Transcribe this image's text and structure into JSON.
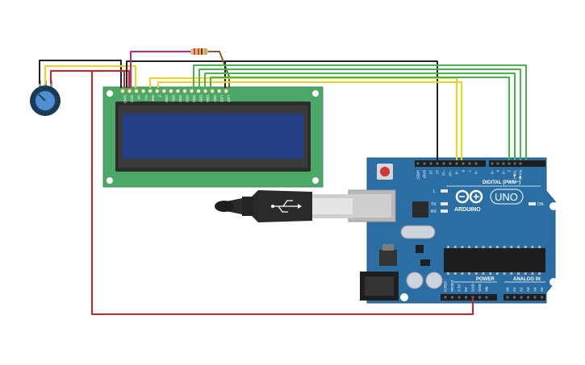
{
  "colors": {
    "background": "#ffffff",
    "wire_black": "#222222",
    "wire_red": "#d81f26",
    "wire_yellow": "#f2d21b",
    "wire_green": "#46b64a",
    "wire_magenta": "#c2267f",
    "wire_brown": "#8a5a2b",
    "lcd_pcb": "#4ca866",
    "lcd_screen": "#243e86",
    "arduino_board": "#2b6ea3"
  },
  "lcd": {
    "pin_labels": [
      "GND",
      "VCC",
      "V0",
      "RS",
      "RW",
      "E",
      "DB0",
      "DB1",
      "DB2",
      "DB3",
      "DB4",
      "DB5",
      "DB6",
      "DB7",
      "LED",
      "LED"
    ]
  },
  "arduino": {
    "digital_pin_labels": [
      "AREF",
      "GND",
      "13",
      "12",
      "~11",
      "~10",
      "~9",
      "8",
      "7",
      "~6",
      "~5",
      "4",
      "~3",
      "2",
      "TX▶1",
      "RX◀0"
    ],
    "header_label": "DIGITAL (PWM~)",
    "logo_text": "ARDUINO",
    "model_text": "UNO",
    "led_labels": {
      "l": "L",
      "tx": "TX",
      "rx": "RX",
      "on": "ON"
    },
    "power_label": "POWER",
    "power_pin_labels": [
      "IOREF",
      "RESET",
      "3.3V",
      "5V",
      "GND",
      "GND",
      "Vin"
    ],
    "analog_label": "ANALOG IN",
    "analog_pin_labels": [
      "A0",
      "A1",
      "A2",
      "A3",
      "A4",
      "A5"
    ]
  }
}
